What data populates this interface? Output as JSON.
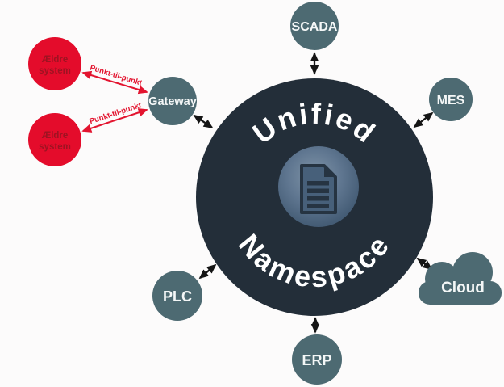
{
  "diagram": {
    "title": "Unified Namespace",
    "hub": {
      "top_label": "Unified",
      "bottom_label": "Namespace",
      "center_icon": "document-icon"
    },
    "nodes": {
      "scada": {
        "label": "SCADA"
      },
      "mes": {
        "label": "MES"
      },
      "cloud": {
        "label": "Cloud"
      },
      "erp": {
        "label": "ERP"
      },
      "plc": {
        "label": "PLC"
      },
      "gateway": {
        "label": "Gateway"
      }
    },
    "legacy": {
      "upper": {
        "line1": "Ældre",
        "line2": "system"
      },
      "lower": {
        "line1": "Ældre",
        "line2": "system"
      }
    },
    "connections": {
      "upper_label": "Punkt-til-punkt",
      "lower_label": "Punkt-til-punkt"
    },
    "colors": {
      "background": "#fcfbfb",
      "hub_fill": "#232e39",
      "node_fill": "#4d6a72",
      "legacy_fill": "#e40c2b",
      "legacy_text": "#9e1322",
      "black_arrow": "#151515",
      "red_arrow": "#e3142f",
      "label_text": "#ffffff",
      "inner_circle_light": "#8095a8",
      "inner_circle_dark": "#3c526b",
      "icon_dark": "#263442"
    }
  }
}
